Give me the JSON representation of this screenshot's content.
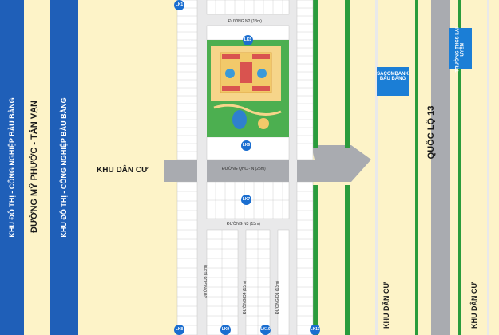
{
  "labels": {
    "kdt_left": "KHU ĐÔ THỊ - CÔNG NGHIỆP BÀU BÀNG",
    "road_my_phuoc": "ĐƯỜNG MỸ PHƯỚC - TÂN VẠN",
    "kdt_right": "KHU ĐÔ THỊ - CÔNG NGHIỆP BÀU BÀNG",
    "khu_dan_cu_left": "KHU DÂN CƯ",
    "khu_dan_cu_mid": "KHU DÂN CƯ",
    "khu_dan_cu_right": "KHU DÂN CƯ",
    "quoc_lo": "QUỐC LỘ 13",
    "sacombank": "SACOMBANK BÀU BÀNG",
    "truong": "TRƯỜNG THCS LAI UYÊN",
    "road_n2": "ĐƯỜNG N2 (13m)",
    "road_n3": "ĐƯỜNG N3 (13m)",
    "road_qhc": "ĐƯỜNG QHC - N (25m)",
    "road_d3": "ĐƯỜNG D3 (13m)",
    "road_d4": "ĐƯỜNG D4 (13m)",
    "road_d1": "ĐƯỜNG D1 (13m)"
  },
  "blocks": {
    "lk1": "LK1",
    "lk5": "LK5",
    "lk6": "LK6",
    "lk7": "LK7",
    "lk8": "LK8",
    "lk9": "LK9",
    "lk10": "LK10",
    "lk11": "LK11"
  },
  "colors": {
    "background": "#fdf3c8",
    "road_blue": "#1f5fb8",
    "green_strip": "#2a9c3c",
    "road_gray": "#a9abb0",
    "lot": "#ffffff",
    "park": "#4caf50",
    "badge": "#1b6ed0"
  }
}
